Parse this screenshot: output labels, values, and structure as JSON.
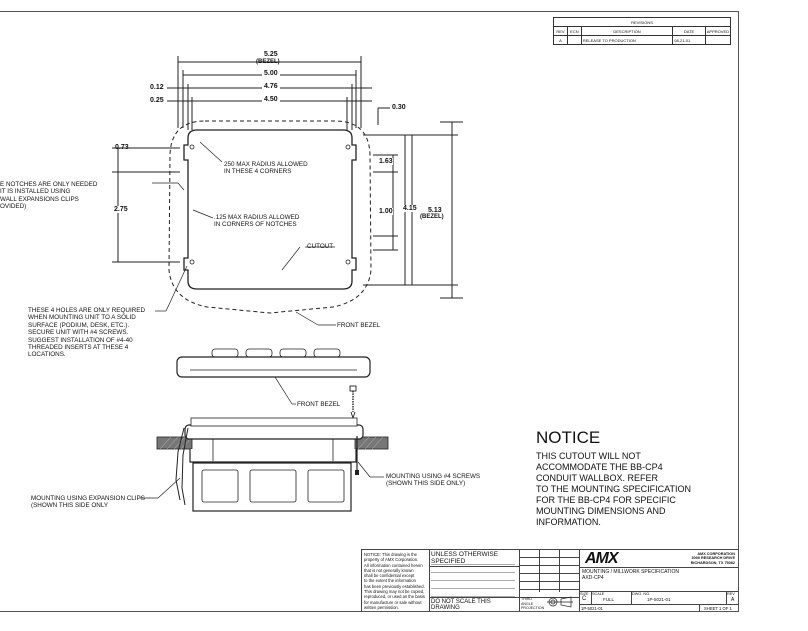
{
  "revisions": {
    "title": "REVISIONS",
    "headers": [
      "REV",
      "ECN",
      "DESCRIPTION",
      "DATE",
      "APPROVED"
    ],
    "row": [
      "A",
      "",
      "RELEASE TO PRODUCTION",
      "08-21-01",
      ""
    ]
  },
  "dims": {
    "bezel_width": "5.25",
    "bezel_width_tag": "(BEZEL)",
    "w500": "5.00",
    "w476": "4.76",
    "w450": "4.50",
    "d012": "0.12",
    "d025": "0.25",
    "d030": "0.30",
    "d073": "0.73",
    "d275": "2.75",
    "d163": "1.63",
    "d100": "1.00",
    "d415": "4.15",
    "d513": "5.13",
    "d513_tag": "(BEZEL)"
  },
  "notes": {
    "radius_250": [
      "250 MAX RADIUS ALLOWED",
      "IN THESE 4 CORNERS"
    ],
    "radius_125": [
      ".125 MAX RADIUS ALLOWED",
      "IN CORNERS OF NOTCHES"
    ],
    "cutout": "CUTOUT",
    "front_bezel_top": "FRONT BEZEL",
    "front_bezel_side": "FRONT BEZEL",
    "notches": [
      "E NOTCHES ARE ONLY NEEDED",
      "IT IS INSTALLED USING",
      "WALL EXPANSIONS CLIPS",
      "OVIDED)"
    ],
    "holes": [
      "THESE 4 HOLES ARE ONLY REQUIRED",
      "WHEN MOUNTING UNIT TO A SOLID",
      "SURFACE (PODIUM, DESK, ETC.).",
      "SECURE UNIT WITH #4 SCREWS.",
      "SUGGEST INSTALLATION OF #4-40",
      "THREADED INSERTS AT THESE 4",
      "LOCATIONS."
    ],
    "screws": [
      "MOUNTING USING #4 SCREWS",
      "(SHOWN THIS SIDE ONLY)"
    ],
    "clips": [
      "MOUNTING USING EXPANSION CLIPS",
      "(SHOWN THIS SIDE ONLY"
    ]
  },
  "notice": {
    "title": "NOTICE",
    "body": [
      "THIS CUTOUT WILL NOT",
      "ACCOMMODATE THE BB-CP4",
      "CONDUIT WALLBOX. REFER",
      "TO THE MOUNTING SPECIFICATION",
      "FOR THE BB-CP4 FOR SPECIFIC",
      "MOUNTING DIMENSIONS AND",
      "INFORMATION."
    ]
  },
  "title_block": {
    "prop_notice": [
      "NOTICE:  This drawing is the",
      "property of AMX Corporation.",
      "All information contained herein",
      "that is not generally known",
      "shall be confidential except",
      "to the extent the information",
      "has been previously established.",
      "This drawing may not be copied,",
      "reproduced, or used as the basis",
      "for manufacture or sale without",
      "written permission."
    ],
    "unless": "UNLESS OTHERWISE SPECIFIED",
    "do_not_scale": "DO NOT SCALE THIS DRAWING",
    "third_angle": "THIRD ANGLE PROJECTION",
    "logo": "AMX",
    "company": [
      "AMX CORPORATION",
      "3000 RESEARCH DRIVE",
      "RICHARDSON, TX 75082"
    ],
    "doc_title": [
      "MOUNTING / MILLWORK SPECIFICATION",
      "AXD-CP4"
    ],
    "size_label": "SIZE",
    "size": "C",
    "scale_label": "SCALE",
    "scale": "FULL",
    "dwg_label": "DWG. NO.",
    "dwg_no": "1P-5021-01",
    "rev_label": "REV",
    "rev": "A",
    "sheet": "SHEET  1 OF 1",
    "file": "1P-5021-01"
  }
}
